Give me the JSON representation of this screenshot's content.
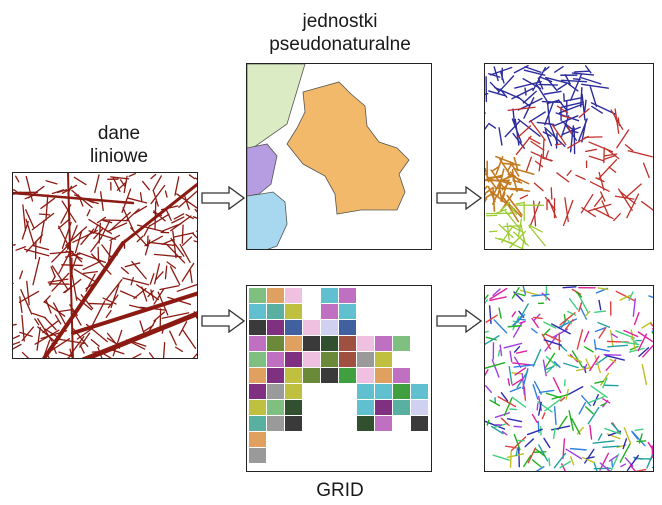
{
  "labels": {
    "line_data": [
      "dane",
      "liniowe"
    ],
    "natural_units": [
      "jednostki",
      "pseudonaturalne"
    ],
    "grid": "GRID"
  },
  "colors": {
    "road_dark_red": "#8b1a12",
    "zone_orange": "#f3b96a",
    "zone_green": "#dbecc4",
    "zone_purple": "#b69ce0",
    "zone_blue": "#a8d8ef",
    "road_navy": "#2c2c9c",
    "road_brown": "#c47a20",
    "road_lime": "#9ccc33",
    "road_red": "#c0302a"
  },
  "panels": [
    {
      "name": "source-line-data-panel"
    },
    {
      "name": "natural-units-panel"
    },
    {
      "name": "natural-units-result-panel"
    },
    {
      "name": "grid-panel"
    },
    {
      "name": "grid-result-panel"
    }
  ]
}
